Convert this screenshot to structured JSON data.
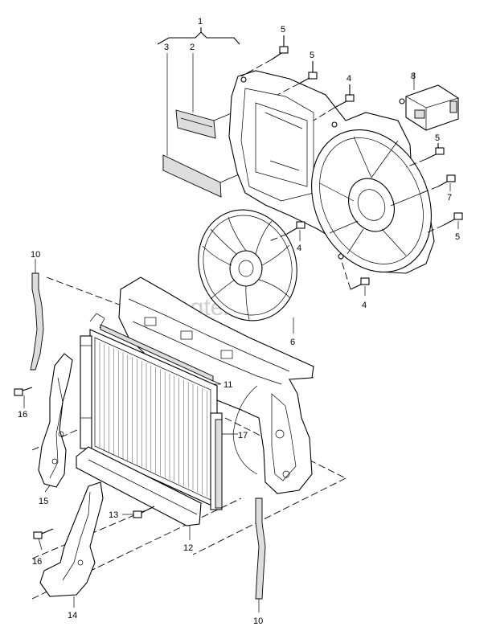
{
  "watermark": "xagtex.ru",
  "callouts": {
    "c1": "1",
    "c2": "2",
    "c3": "3",
    "c4a": "4",
    "c4b": "4",
    "c4c": "4",
    "c5a": "5",
    "c5b": "5",
    "c5c": "5",
    "c5d": "5",
    "c6": "6",
    "c7": "7",
    "c8": "8",
    "c10a": "10",
    "c10b": "10",
    "c11": "11",
    "c12": "12",
    "c13": "13",
    "c14": "14",
    "c15": "15",
    "c16a": "16",
    "c16b": "16",
    "c17": "17"
  }
}
